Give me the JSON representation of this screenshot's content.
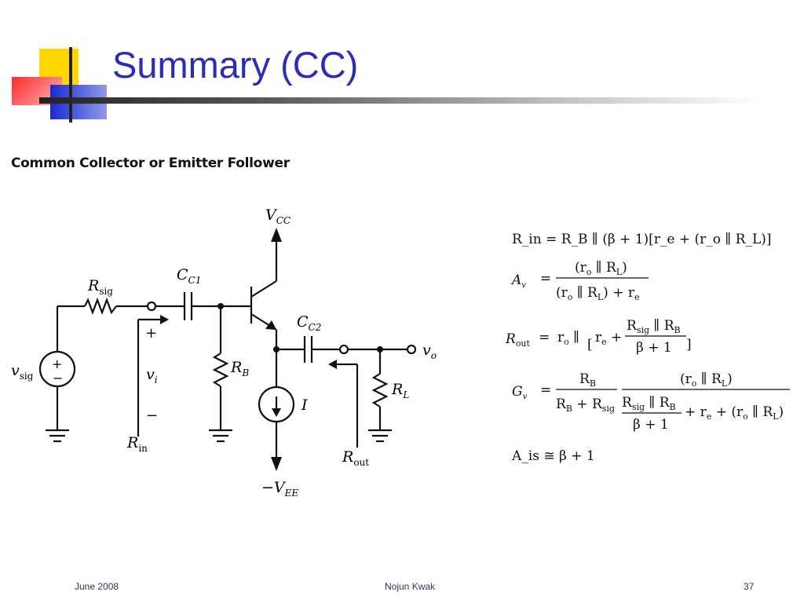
{
  "slide": {
    "title": "Summary (CC)",
    "subtitle": "Common Collector or Emitter Follower",
    "footer_left": "June 2008",
    "footer_center": "Nojun Kwak",
    "footer_right": "37"
  },
  "colors": {
    "title": "#2b2bc0",
    "deco_yellow": "#ffd700",
    "deco_red": "#ff3333",
    "deco_blue": "#2233cc"
  },
  "circuit": {
    "vcc": "V",
    "vcc_sub": "CC",
    "vee": "−V",
    "vee_sub": "EE",
    "rsig": "R",
    "rsig_sub": "sig",
    "cc1": "C",
    "cc1_sub": "C1",
    "cc2": "C",
    "cc2_sub": "C2",
    "rb": "R",
    "rb_sub": "B",
    "rl": "R",
    "rl_sub": "L",
    "vsig": "v",
    "vsig_sub": "sig",
    "vi": "v",
    "vi_sub": "i",
    "vo": "v",
    "vo_sub": "o",
    "rin": "R",
    "rin_sub": "in",
    "rout": "R",
    "rout_sub": "out",
    "current": "I",
    "plus": "+",
    "minus": "−"
  },
  "equations": {
    "rin": "R_in = R_B ∥ (β + 1)[r_e + (r_o ∥ R_L)]",
    "av": "A_v = (r_o ∥ R_L) / ((r_o ∥ R_L) + r_e)",
    "rout": "R_out = r_o ∥ [r_e + (R_sig ∥ R_B)/(β + 1)]",
    "gv": "G_v = R_B/(R_B + R_sig) · (r_o ∥ R_L)/((R_sig ∥ R_B)/(β + 1) + r_e + (r_o ∥ R_L))",
    "ais": "A_is ≅ β + 1"
  }
}
